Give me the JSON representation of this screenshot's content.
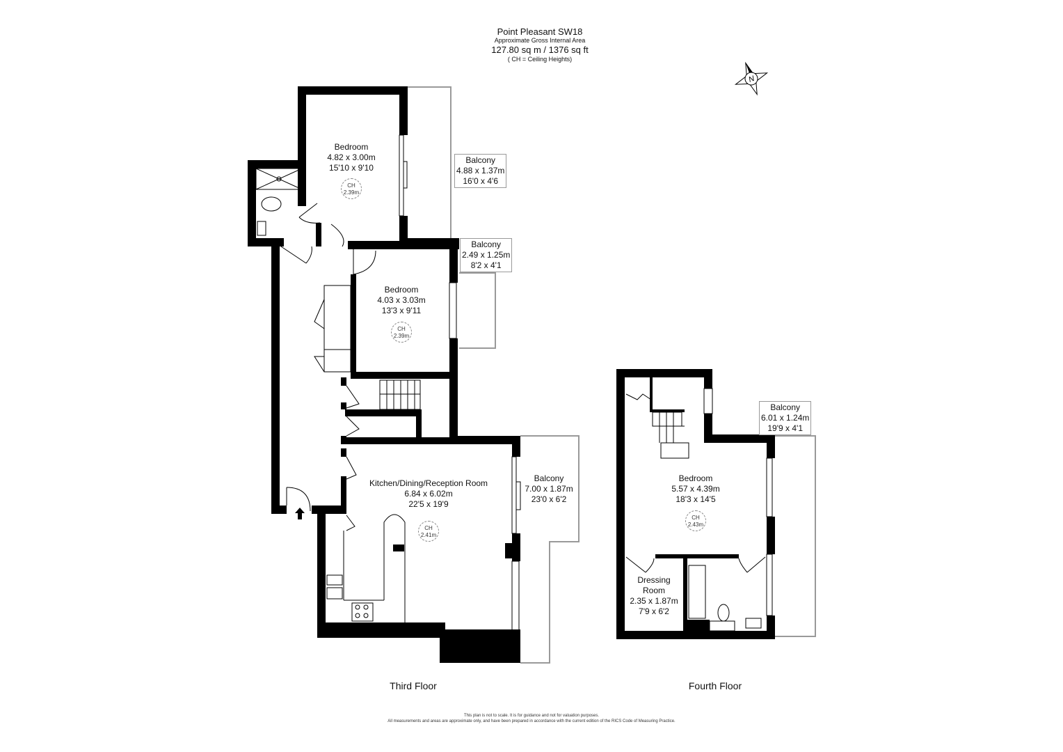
{
  "header": {
    "title": "Point Pleasant SW18",
    "subtitle": "Approximate Gross Internal Area",
    "area": "127.80 sq m / 1376 sq ft",
    "note": "( CH = Ceiling Heights)"
  },
  "compass": {
    "label": "N"
  },
  "third_floor": {
    "label": "Third Floor",
    "rooms": [
      {
        "name": "Bedroom",
        "metric": "4.82 x 3.00m",
        "imperial": "15'10 x 9'10",
        "ch_label": "CH",
        "ch_value": "2.39m"
      },
      {
        "name": "Bedroom",
        "metric": "4.03 x 3.03m",
        "imperial": "13'3 x 9'11",
        "ch_label": "CH",
        "ch_value": "2.39m"
      },
      {
        "name": "Kitchen/Dining/Reception Room",
        "metric": "6.84 x 6.02m",
        "imperial": "22'5 x 19'9",
        "ch_label": "CH",
        "ch_value": "2.41m"
      }
    ],
    "balconies": [
      {
        "name": "Balcony",
        "metric": "4.88 x 1.37m",
        "imperial": "16'0 x 4'6"
      },
      {
        "name": "Balcony",
        "metric": "2.49 x 1.25m",
        "imperial": "8'2 x 4'1"
      },
      {
        "name": "Balcony",
        "metric": "7.00 x 1.87m",
        "imperial": "23'0 x 6'2"
      }
    ]
  },
  "fourth_floor": {
    "label": "Fourth Floor",
    "rooms": [
      {
        "name": "Bedroom",
        "metric": "5.57 x 4.39m",
        "imperial": "18'3 x 14'5",
        "ch_label": "CH",
        "ch_value": "2.43m"
      },
      {
        "name": "Dressing Room",
        "name_line1": "Dressing",
        "name_line2": "Room",
        "metric": "2.35 x 1.87m",
        "imperial": "7'9 x 6'2"
      }
    ],
    "balconies": [
      {
        "name": "Balcony",
        "metric": "6.01 x 1.24m",
        "imperial": "19'9 x 4'1"
      }
    ]
  },
  "footer": {
    "line1": "This plan is not to scale. It is for guidance and not for valuation purposes.",
    "line2": "All measurements and areas are approximate only, and have been prepared in accordance with the current edition of the RICS Code of Measuring Practice."
  },
  "colors": {
    "wall": "#000000",
    "balcony_line": "#999999",
    "text": "#111111"
  }
}
